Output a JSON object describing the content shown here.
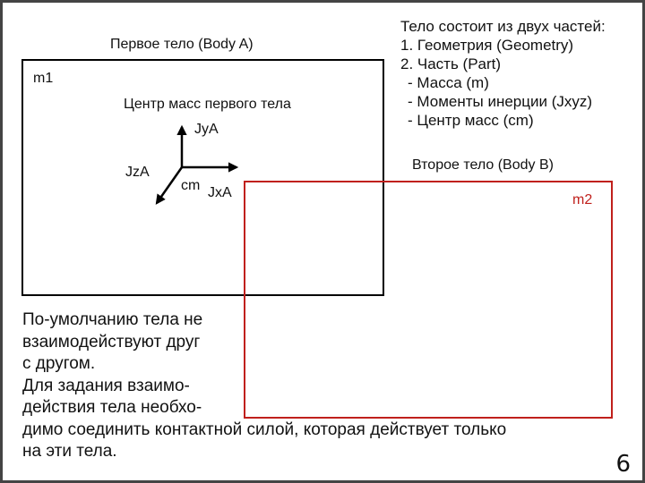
{
  "body_a": {
    "title": "Первое тело (Body A)",
    "mass_label": "m1",
    "center_title": "Центр масс первого тела",
    "axis_y": "JyA",
    "axis_z": "JzA",
    "axis_x": "JxA",
    "cm_label": "cm"
  },
  "info": {
    "lines": [
      "Тело состоит из двух частей:",
      "1. Геометрия (Geometry)",
      "2. Часть (Part)",
      "  - Масса (m)",
      "  - Моменты инерции (Jxyz)",
      "  - Центр масс (cm)"
    ]
  },
  "body_b": {
    "title": "Второе тело (Body B)",
    "mass_label": "m2"
  },
  "note": {
    "lines": [
      "По-умолчанию тела не",
      "взаимодействуют друг",
      "с другом.",
      "Для задания взаимо-",
      "действия тела необхо-",
      "димо соединить контактной силой, которая действует только",
      "на эти тела."
    ]
  },
  "page_number": "6",
  "colors": {
    "body_b": "#c0201c",
    "text": "#111111"
  }
}
